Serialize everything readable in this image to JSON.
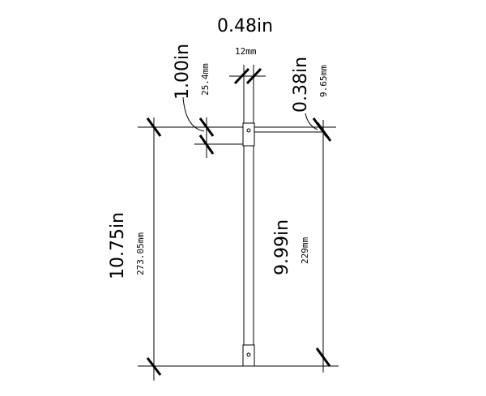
{
  "dimensions": {
    "top_width_in": "0.48in",
    "top_width_mm": "12mm",
    "left_offset_in": "1.00in",
    "left_offset_mm": "25.4mm",
    "right_offset_in": "0.38in",
    "right_offset_mm": "9.65mm",
    "overall_length_in": "10.75in",
    "overall_length_mm": "273.05mm",
    "hole_spacing_in": "9.99in",
    "hole_spacing_mm": "229mm"
  }
}
